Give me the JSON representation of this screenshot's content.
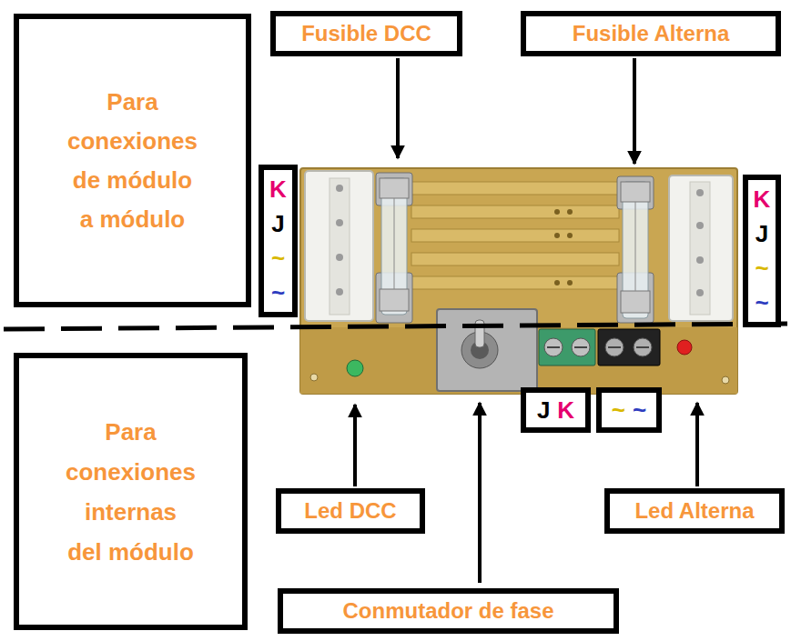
{
  "diagram": {
    "nodes": [
      {
        "text": [
          "Para conexiones de módulo a módulo"
        ]
      },
      {
        "text": [
          "Fusible DCC"
        ]
      },
      {
        "text": [
          "Fusible Alterna"
        ]
      },
      {
        "text": [
          "K",
          "J",
          "~",
          "~"
        ]
      },
      {
        "text": [
          "K",
          "J",
          "~",
          "~"
        ]
      },
      {
        "text": [
          "Para conexiones internas del módulo"
        ]
      },
      {
        "text": [
          "J",
          "K"
        ]
      },
      {
        "text": [
          "~",
          "~"
        ]
      },
      {
        "text": [
          "Led DCC"
        ]
      },
      {
        "text": [
          "Led Alterna"
        ]
      },
      {
        "text": [
          "Conmutador de fase"
        ]
      }
    ],
    "edges": []
  }
}
